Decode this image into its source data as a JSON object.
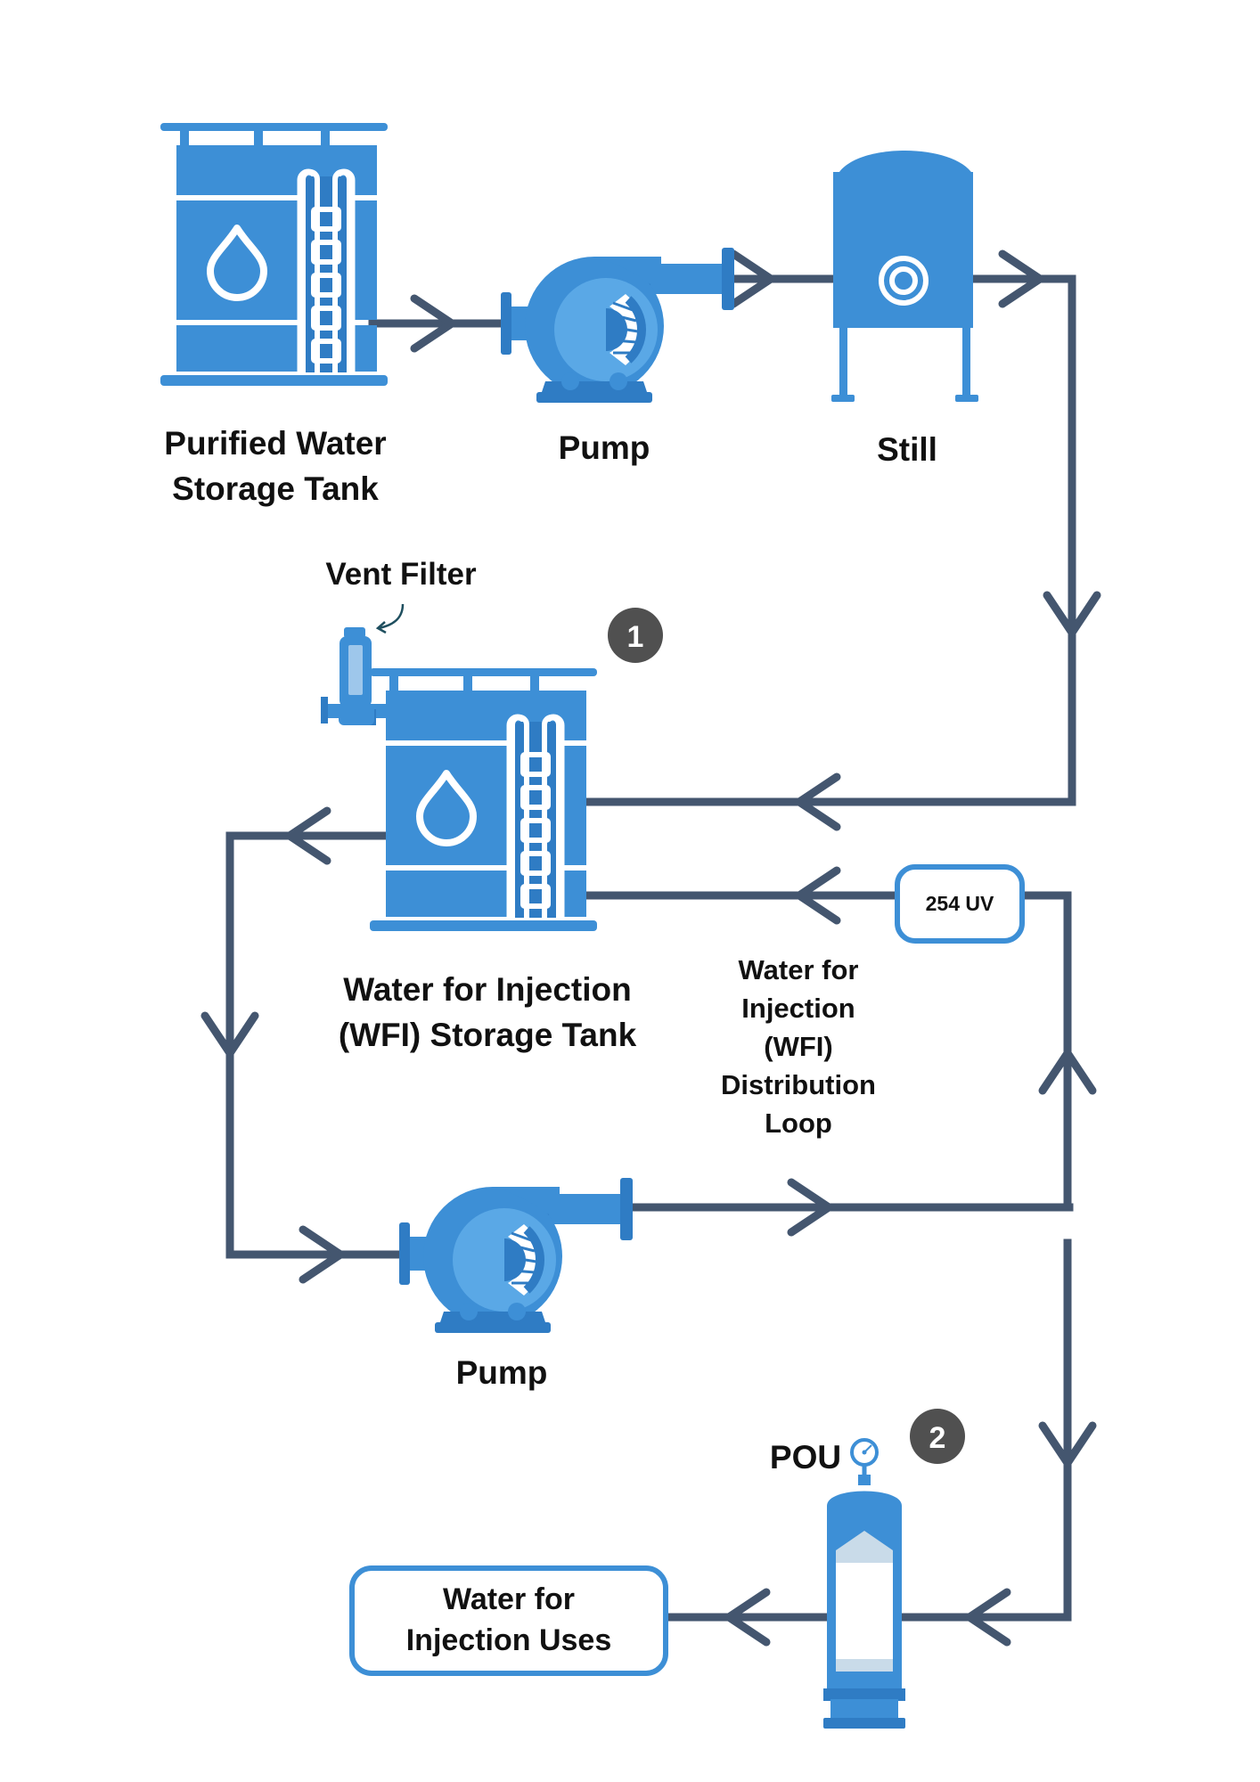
{
  "labels": {
    "purified_tank_line1": "Purified Water",
    "purified_tank_line2": "Storage Tank",
    "pump_top": "Pump",
    "still": "Still",
    "vent_filter": "Vent Filter",
    "wfi_tank_line1": "Water for Injection",
    "wfi_tank_line2": "(WFI) Storage Tank",
    "uv": "254 UV",
    "loop_line1": "Water for",
    "loop_line2": "Injection",
    "loop_line3": "(WFI)",
    "loop_line4": "Distribution",
    "loop_line5": "Loop",
    "pump_bottom": "Pump",
    "pou": "POU",
    "uses_line1": "Water for",
    "uses_line2": "Injection Uses"
  },
  "badges": {
    "badge1": "1",
    "badge2": "2"
  },
  "colors": {
    "equipment": "#3d8fd6",
    "pipe": "#44566f",
    "badge": "#505050",
    "box_border": "#3d8fd6"
  },
  "icons": {
    "tank": "storage-tank-icon",
    "pump": "centrifugal-pump-icon",
    "still": "still-vessel-icon",
    "vent_filter": "vent-filter-icon",
    "pou_filter": "filter-housing-icon",
    "gauge": "pressure-gauge-icon",
    "water_drop": "water-drop-icon"
  }
}
